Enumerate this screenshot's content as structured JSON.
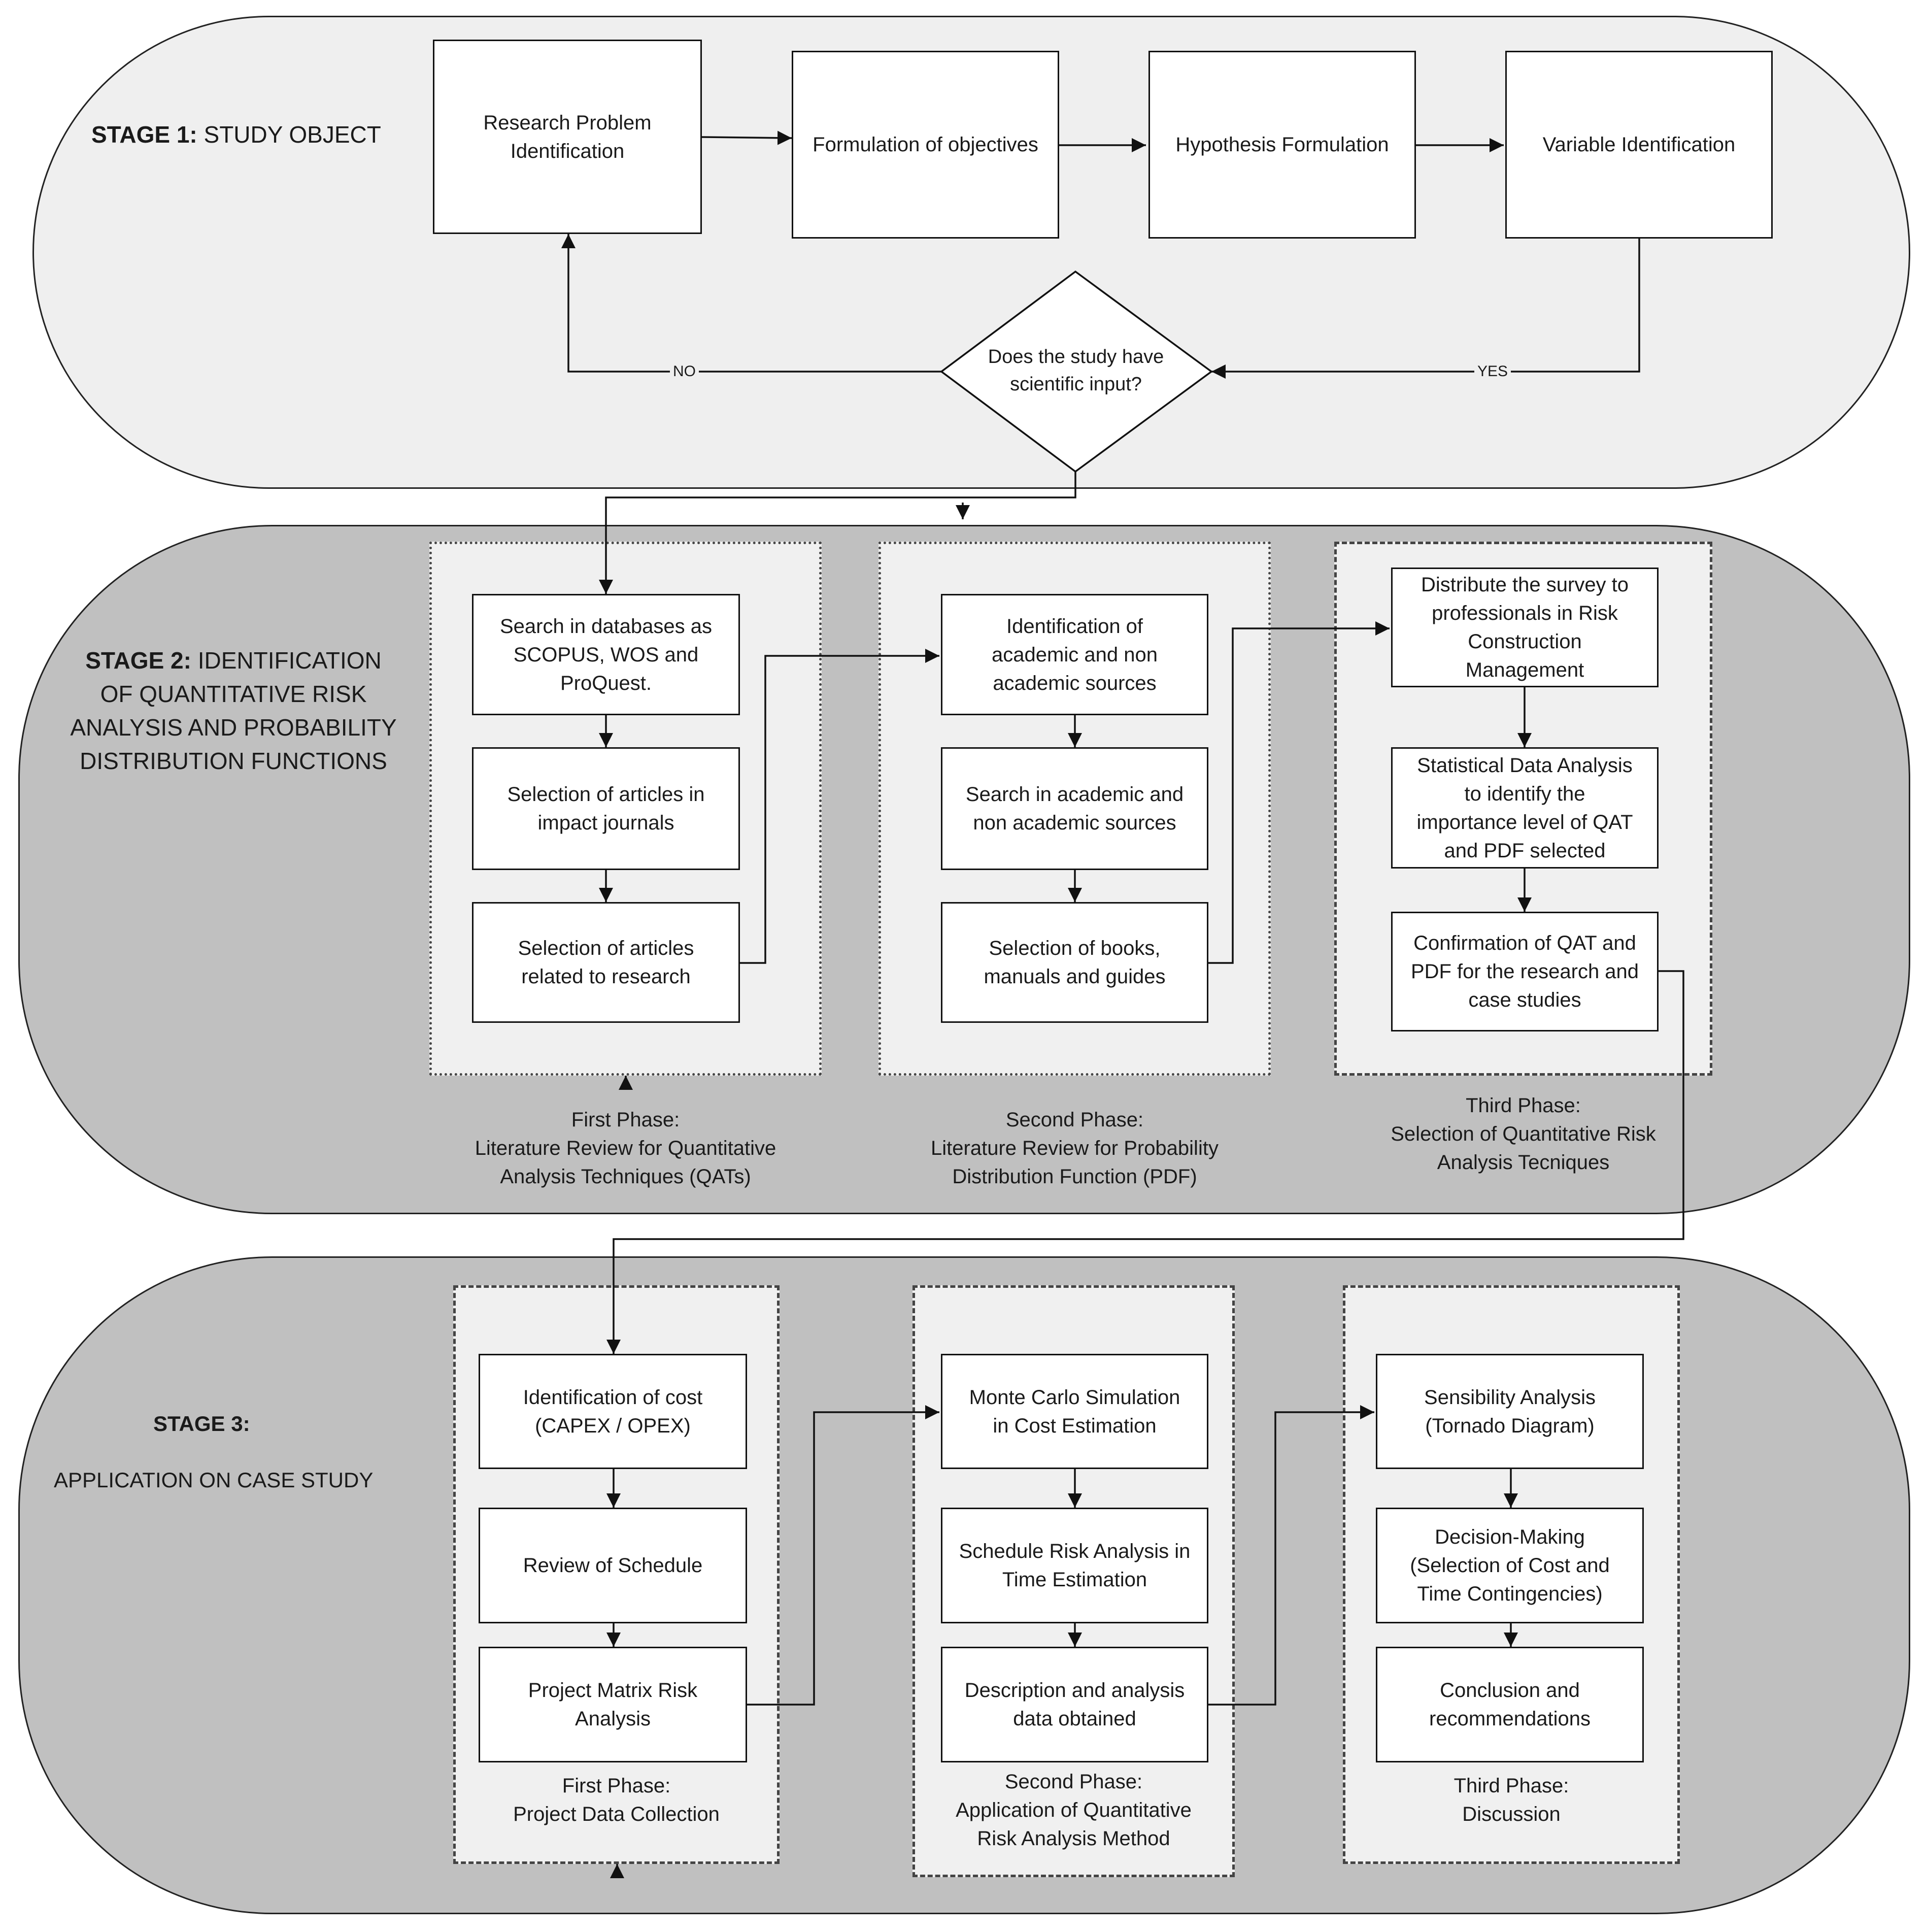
{
  "stage1": {
    "title_bold": "STAGE 1:",
    "title_rest": " STUDY OBJECT",
    "boxes": [
      {
        "lines": [
          "Research Problem",
          "Identification"
        ]
      },
      {
        "lines": [
          "Formulation of objectives"
        ]
      },
      {
        "lines": [
          "Hypothesis Formulation"
        ]
      },
      {
        "lines": [
          "Variable Identification"
        ]
      }
    ],
    "decision": {
      "lines": [
        "Does the study have",
        "scientific input?"
      ]
    },
    "no_label": "NO",
    "yes_label": "YES"
  },
  "stage2": {
    "title_bold": "STAGE 2:",
    "title_rest_1": " IDENTIFICATION",
    "title_lines": [
      "OF QUANTITATIVE RISK",
      "ANALYSIS AND PROBABILITY",
      "DISTRIBUTION FUNCTIONS"
    ],
    "phase1": {
      "boxes": [
        {
          "lines": [
            "Search in databases as",
            "SCOPUS, WOS and",
            "ProQuest."
          ]
        },
        {
          "lines": [
            "Selection of articles in",
            "impact journals"
          ]
        },
        {
          "lines": [
            "Selection of articles",
            "related to research"
          ]
        }
      ],
      "caption": [
        "First Phase:",
        "Literature Review for Quantitative",
        "Analysis Techniques (QATs)"
      ]
    },
    "phase2": {
      "boxes": [
        {
          "lines": [
            "Identification of",
            "academic and non",
            "academic sources"
          ]
        },
        {
          "lines": [
            "Search in academic and",
            "non academic sources"
          ]
        },
        {
          "lines": [
            "Selection of books,",
            "manuals and guides"
          ]
        }
      ],
      "caption": [
        "Second Phase:",
        "Literature Review for Probability",
        "Distribution Function (PDF)"
      ]
    },
    "phase3": {
      "boxes": [
        {
          "lines": [
            "Distribute the survey to",
            "professionals in Risk",
            "Construction",
            "Management"
          ]
        },
        {
          "lines": [
            "Statistical Data Analysis",
            "to identify the",
            "importance level of QAT",
            "and PDF selected"
          ]
        },
        {
          "lines": [
            "Confirmation of QAT and",
            "PDF for the research and",
            "case studies"
          ]
        }
      ],
      "caption": [
        "Third Phase:",
        "Selection of Quantitative Risk",
        "Analysis Tecniques"
      ]
    }
  },
  "stage3": {
    "title_bold": "STAGE 3:",
    "subtitle": "APPLICATION ON CASE STUDY",
    "phase1": {
      "boxes": [
        {
          "lines": [
            "Identification of cost",
            "(CAPEX / OPEX)"
          ]
        },
        {
          "lines": [
            "Review of Schedule"
          ]
        },
        {
          "lines": [
            "Project Matrix Risk",
            "Analysis"
          ]
        }
      ],
      "caption": [
        "First Phase:",
        "Project Data Collection"
      ]
    },
    "phase2": {
      "boxes": [
        {
          "lines": [
            "Monte Carlo Simulation",
            "in Cost Estimation"
          ]
        },
        {
          "lines": [
            "Schedule Risk Analysis in",
            "Time Estimation"
          ]
        },
        {
          "lines": [
            "Description and analysis",
            "data obtained"
          ]
        }
      ],
      "caption": [
        "Second Phase:",
        "Application of Quantitative",
        "Risk Analysis Method"
      ]
    },
    "phase3": {
      "boxes": [
        {
          "lines": [
            "Sensibility Analysis",
            "(Tornado Diagram)"
          ]
        },
        {
          "lines": [
            "Decision-Making",
            "(Selection of Cost and",
            "Time Contingencies)"
          ]
        },
        {
          "lines": [
            "Conclusion and",
            "recommendations"
          ]
        }
      ],
      "caption": [
        "Third Phase:",
        "Discussion"
      ]
    }
  }
}
